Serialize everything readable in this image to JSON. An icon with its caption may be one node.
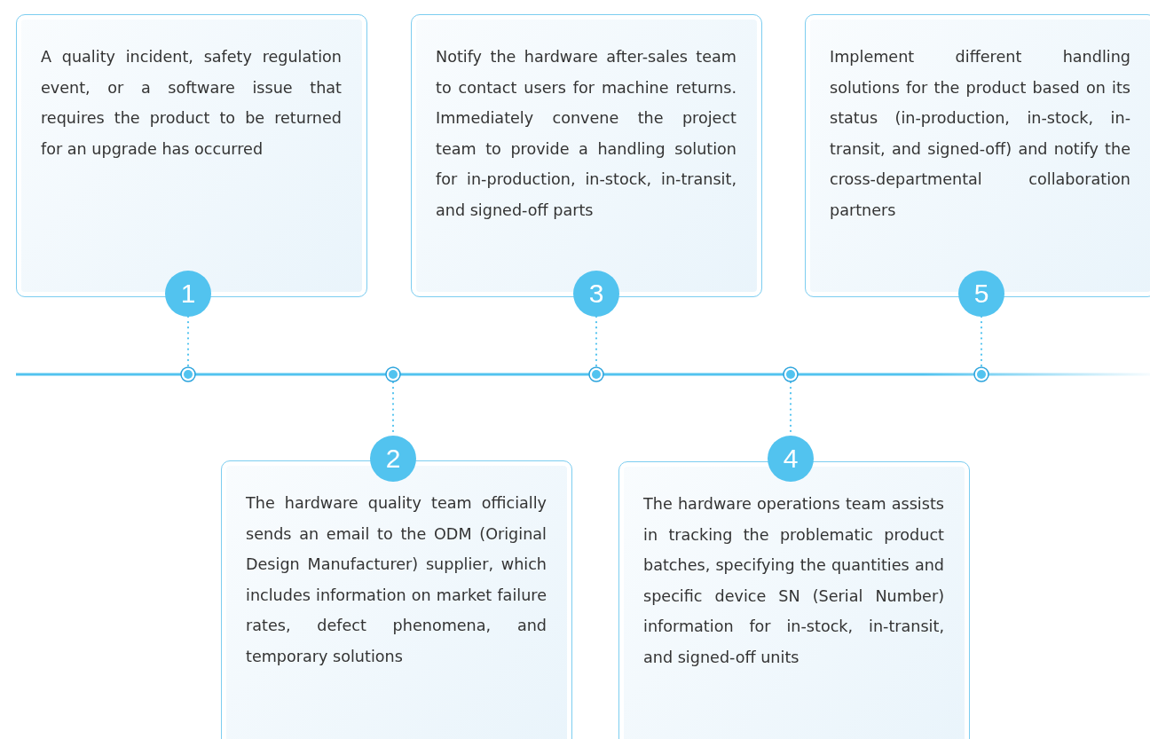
{
  "diagram": {
    "nodes": [
      {
        "text": [
          "A quality incident, safety regulation event, or a software issue that requires the product to be returned for an upgrade has occurred"
        ]
      },
      {
        "text": [
          "1"
        ]
      },
      {
        "text": [],
        "shape": "circle"
      },
      {
        "text": [
          "The hardware quality team officially sends an email to the ODM (Original Design Manufacturer) supplier, which includes information on market failure rates, defect phenomena, and temporary solutions"
        ]
      },
      {
        "text": [
          "2"
        ]
      },
      {
        "text": [],
        "shape": "circle"
      },
      {
        "text": [
          "Notify the hardware after-sales team to contact users for machine returns. Immediately convene the project team to provide a handling solution for in-production, in-stock, in-transit, and signed-off parts"
        ]
      },
      {
        "text": [
          "3"
        ]
      },
      {
        "text": [],
        "shape": "circle"
      },
      {
        "text": [
          "The hardware operations team assists in tracking the problematic product batches, specifying the quantities and specific device SN (Serial Number) information for in-stock, in-transit, and signed-off units"
        ]
      },
      {
        "text": [
          "4"
        ]
      },
      {
        "text": [],
        "shape": "circle"
      },
      {
        "text": [
          "Implement different handling solutions for the product based on its status (in-production, in-stock, in-transit, and signed-off) and notify the cross-departmental collaboration partners"
        ]
      },
      {
        "text": [
          "5"
        ]
      },
      {
        "text": [],
        "shape": "circle"
      }
    ],
    "edges": [
      {
        "from": 1,
        "to": 2,
        "arrow": "none",
        "style": "dashed"
      },
      {
        "from": 5,
        "to": 4,
        "arrow": "none",
        "style": "dashed"
      },
      {
        "from": 7,
        "to": 8,
        "arrow": "none",
        "style": "dashed"
      },
      {
        "from": 11,
        "to": 10,
        "arrow": "none",
        "style": "dashed"
      },
      {
        "from": 13,
        "to": 14,
        "arrow": "none",
        "style": "dashed"
      }
    ]
  }
}
